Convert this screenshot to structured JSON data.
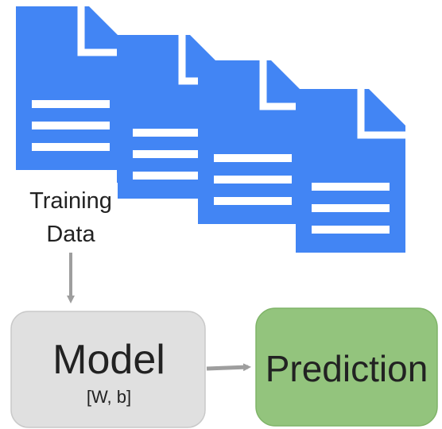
{
  "colors": {
    "document": "#4285f4",
    "document_lines": "#ffffff",
    "arrow": "#9e9e9e",
    "model_box": "#e0e0e0",
    "model_border": "#c9c9c9",
    "prediction_box": "#93c47d",
    "prediction_border": "#7fb468",
    "text": "#222222"
  },
  "icons": [
    "document-icon",
    "document-icon",
    "document-icon",
    "document-icon"
  ],
  "training_data": {
    "line1": "Training",
    "line2": "Data"
  },
  "model": {
    "title": "Model",
    "params": "[W, b]"
  },
  "prediction": {
    "label": "Prediction"
  }
}
